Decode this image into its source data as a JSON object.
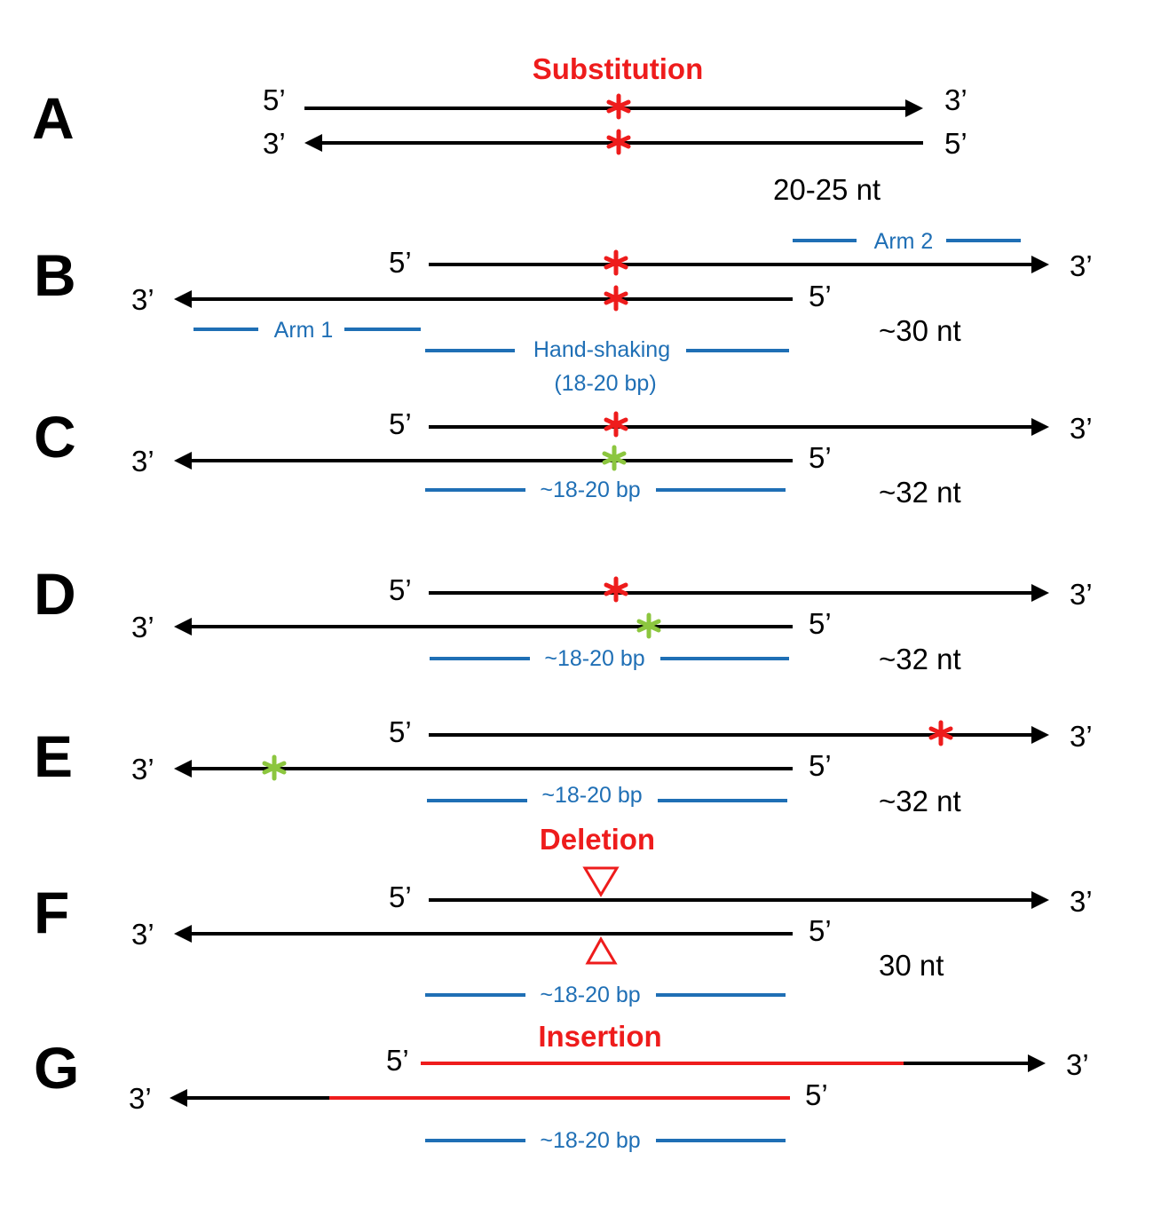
{
  "panels": {
    "a": {
      "letter": "A",
      "title": "Substitution",
      "top_left": "5’",
      "top_right": "3’",
      "bottom_left": "3’",
      "bottom_right": "5’",
      "length": "20-25 nt"
    },
    "b": {
      "letter": "B",
      "top_left": "5’",
      "top_right": "3’",
      "bottom_left": "3’",
      "bottom_right": "5’",
      "length": "~30 nt",
      "arm1": "Arm 1",
      "arm2": "Arm 2",
      "handshake_line1": "Hand-shaking",
      "handshake_line2": "(18-20 bp)"
    },
    "c": {
      "letter": "C",
      "top_left": "5’",
      "top_right": "3’",
      "bottom_left": "3’",
      "bottom_right": "5’",
      "length": "~32 nt",
      "overlap": "~18-20 bp"
    },
    "d": {
      "letter": "D",
      "top_left": "5’",
      "top_right": "3’",
      "bottom_left": "3’",
      "bottom_right": "5’",
      "length": "~32 nt",
      "overlap": "~18-20 bp"
    },
    "e": {
      "letter": "E",
      "top_left": "5’",
      "top_right": "3’",
      "bottom_left": "3’",
      "bottom_right": "5’",
      "length": "~32 nt",
      "overlap": "~18-20 bp"
    },
    "f": {
      "letter": "F",
      "title": "Deletion",
      "top_left": "5’",
      "top_right": "3’",
      "bottom_left": "3’",
      "bottom_right": "5’",
      "length": "30 nt",
      "overlap": "~18-20 bp"
    },
    "g": {
      "letter": "G",
      "title": "Insertion",
      "top_left": "5’",
      "top_right": "3’",
      "bottom_left": "3’",
      "bottom_right": "5’",
      "overlap": "~18-20 bp"
    }
  },
  "colors": {
    "mutation_primary": "#ee1c1c",
    "mutation_secondary": "#8cc63f",
    "annotation": "#1f6fb5",
    "strand": "#000000"
  },
  "icons": {
    "substitution": "asterisk",
    "deletion": "triangle",
    "strand_end": "arrowhead"
  }
}
